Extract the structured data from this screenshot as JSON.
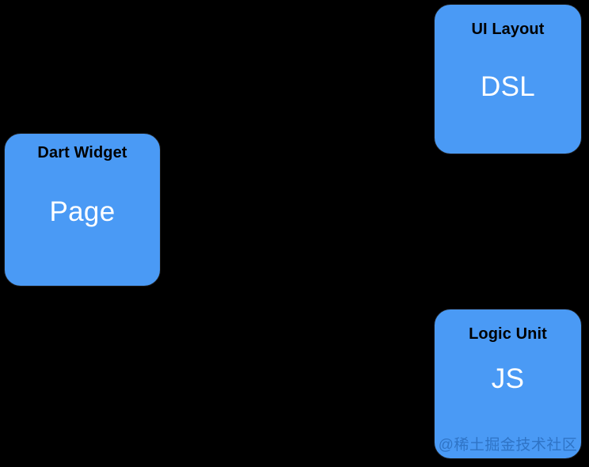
{
  "diagram": {
    "background_color": "#000000",
    "node_fill_color": "#4a9af5",
    "node_border_color": "#1a1a1a",
    "title_text_color": "#000000",
    "label_text_color": "#ffffff",
    "nodes": [
      {
        "id": "dart-widget",
        "title": "Dart Widget",
        "label": "Page"
      },
      {
        "id": "ui-layout",
        "title": "UI Layout",
        "label": "DSL"
      },
      {
        "id": "logic-unit",
        "title": "Logic Unit",
        "label": "JS"
      }
    ]
  },
  "watermark": {
    "text": "@稀土掘金技术社区"
  }
}
